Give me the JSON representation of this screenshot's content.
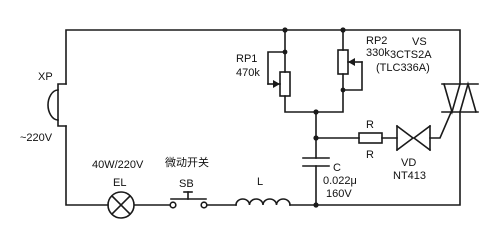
{
  "diagram": {
    "components": {
      "plug": {
        "ref": "XP",
        "voltage": "~220V"
      },
      "lamp": {
        "rating": "40W/220V",
        "ref": "EL"
      },
      "switch": {
        "name": "微动开关",
        "ref": "SB"
      },
      "inductor": {
        "ref": "L"
      },
      "rp1": {
        "ref": "RP1",
        "value": "470k"
      },
      "rp2": {
        "ref": "RP2",
        "value": "330k"
      },
      "triac": {
        "ref": "VS",
        "part": "3CTS2A",
        "alt": "(TLC336A)"
      },
      "resistor": {
        "ref": "R",
        "value": "R"
      },
      "capacitor": {
        "ref": "C",
        "value": "0.022μ",
        "voltage": "160V"
      },
      "diac": {
        "ref": "VD",
        "part": "NT413"
      }
    }
  }
}
